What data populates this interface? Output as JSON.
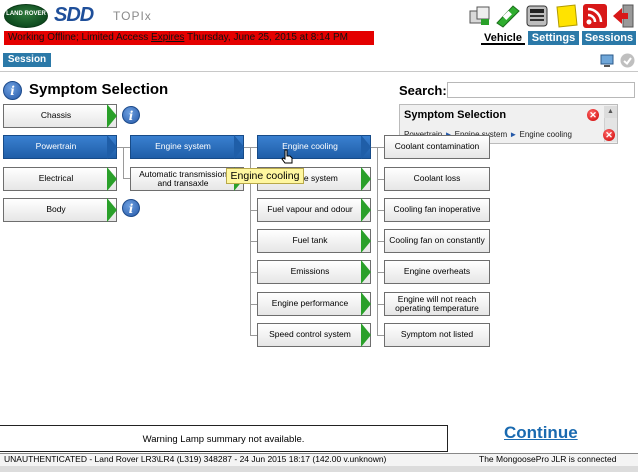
{
  "header": {
    "brand_logo_text": "LAND ROVER",
    "app_logo": "SDD",
    "product": "TOPIx",
    "offline_prefix": "Working Offline; Limited Access ",
    "offline_underlined": "Expires",
    "offline_suffix": " Thursday, June 25, 2015 at 8:14 PM",
    "tabs": [
      {
        "label": "Vehicle",
        "active": true
      },
      {
        "label": "Settings"
      },
      {
        "label": "Sessions"
      }
    ],
    "toolbar_icons": [
      "network-icon",
      "reprogram-icon",
      "calculator-icon",
      "notes-icon",
      "wireless-icon",
      "exit-icon"
    ],
    "session_label": "Session"
  },
  "main": {
    "title": "Symptom Selection",
    "search_label": "Search:",
    "search_value": "",
    "selection_panel": {
      "title": "Symptom Selection",
      "crumbs": [
        "Powertrain",
        "Engine system",
        "Engine cooling"
      ],
      "crumb_sep": "►"
    },
    "col1": [
      {
        "label": "Chassis",
        "info": true
      },
      {
        "label": "Powertrain",
        "selected": true
      },
      {
        "label": "Electrical"
      },
      {
        "label": "Body",
        "info": true
      }
    ],
    "col2": [
      {
        "label": "Engine system",
        "selected": true
      },
      {
        "label": "Automatic transmission and transaxle"
      }
    ],
    "col3": [
      {
        "label": "Engine cooling",
        "selected": true
      },
      {
        "label": "Engine system"
      },
      {
        "label": "Fuel vapour and odour"
      },
      {
        "label": "Fuel tank"
      },
      {
        "label": "Emissions"
      },
      {
        "label": "Engine performance"
      },
      {
        "label": "Speed control system"
      }
    ],
    "col4": [
      {
        "label": "Coolant contamination"
      },
      {
        "label": "Coolant loss"
      },
      {
        "label": "Cooling fan inoperative"
      },
      {
        "label": "Cooling fan on constantly"
      },
      {
        "label": "Engine overheats"
      },
      {
        "label": "Engine will not reach operating temperature"
      },
      {
        "label": "Symptom not listed"
      }
    ],
    "tooltip": "Engine cooling"
  },
  "footer": {
    "warning": "Warning Lamp summary not available.",
    "continue": "Continue",
    "status_left": "UNAUTHENTICATED - Land Rover LR3\\LR4 (L319) 348287 - 24 Jun 2015 18:17 (142.00 v.unknown)",
    "status_right": "The MongoosePro JLR is connected"
  },
  "colors": {
    "accent_blue": "#2b79a8",
    "selected_blue": "#1f5ea8",
    "arrow_green": "#2aa02a",
    "offline_red": "#e40000",
    "tooltip_yellow": "#fff7a0"
  }
}
